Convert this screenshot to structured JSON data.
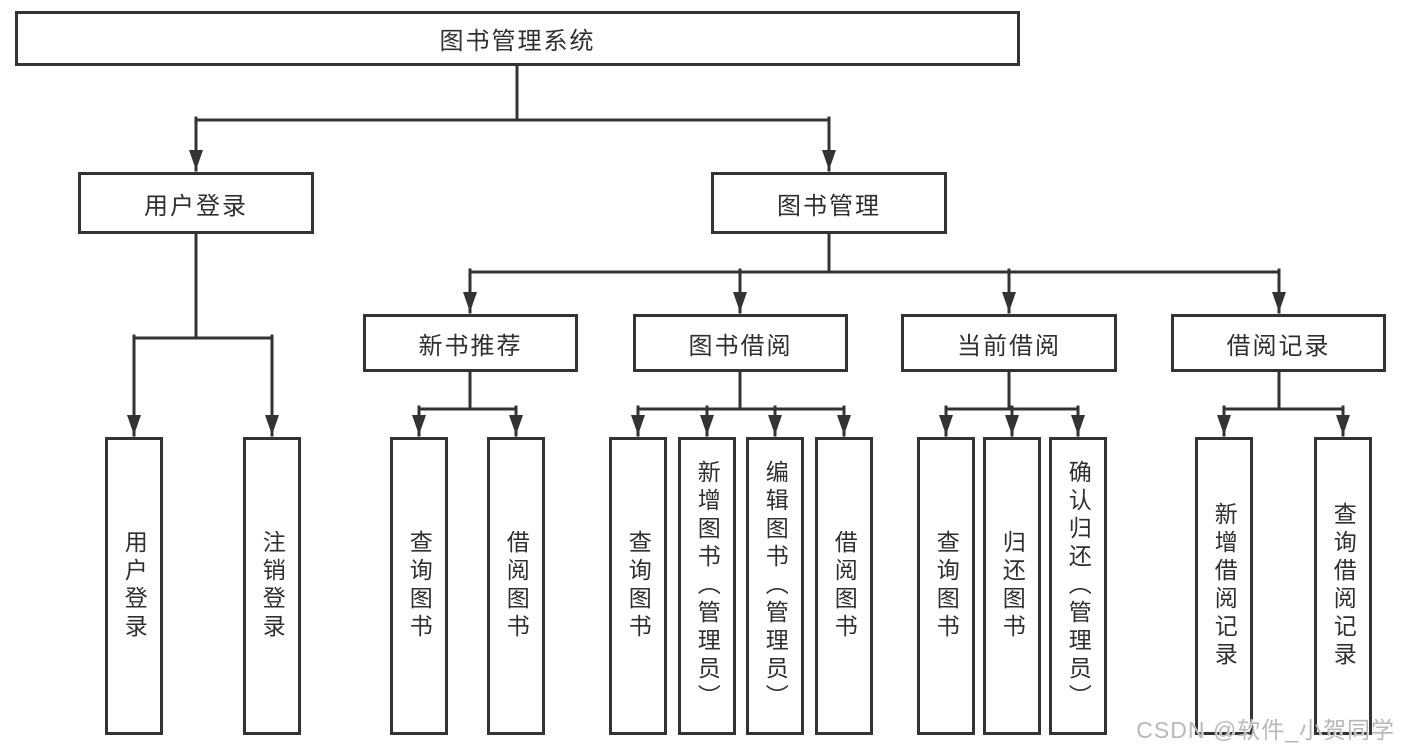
{
  "tree": {
    "label": "图书管理系统",
    "children": [
      {
        "label": "用户登录",
        "children": [
          {
            "label": "用户登录"
          },
          {
            "label": "注销登录"
          }
        ]
      },
      {
        "label": "图书管理",
        "children": [
          {
            "label": "新书推荐",
            "children": [
              {
                "label": "查询图书"
              },
              {
                "label": "借阅图书"
              }
            ]
          },
          {
            "label": "图书借阅",
            "children": [
              {
                "label": "查询图书"
              },
              {
                "label": "新增图书（管理员）"
              },
              {
                "label": "编辑图书（管理员）"
              },
              {
                "label": "借阅图书"
              }
            ]
          },
          {
            "label": "当前借阅",
            "children": [
              {
                "label": "查询图书"
              },
              {
                "label": "归还图书"
              },
              {
                "label": "确认归还（管理员）"
              }
            ]
          },
          {
            "label": "借阅记录",
            "children": [
              {
                "label": "新增借阅记录"
              },
              {
                "label": "查询借阅记录"
              }
            ]
          }
        ]
      }
    ]
  },
  "watermark": {
    "text": "CSDN @软件_小贺同学"
  },
  "colors": {
    "line": "#333333",
    "text": "#2f2f2f",
    "watermark": "#b8b8b8",
    "background": "#ffffff"
  }
}
